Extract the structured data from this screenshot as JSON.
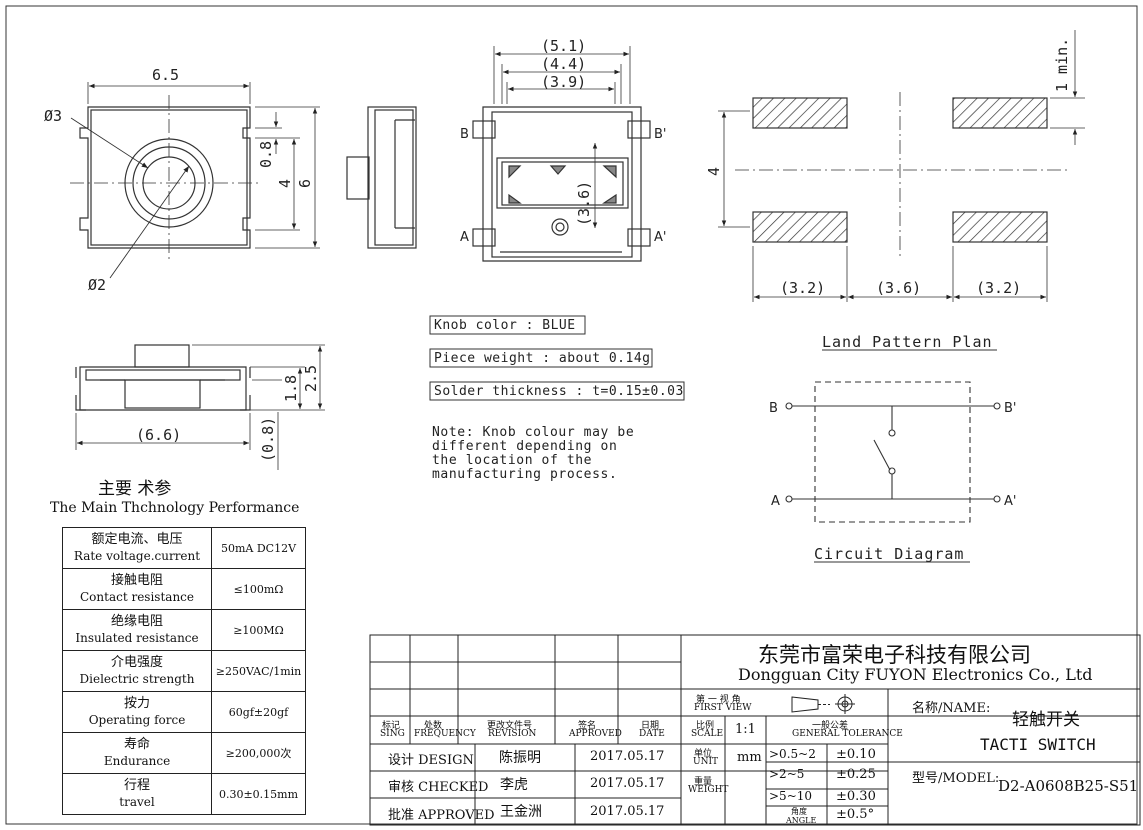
{
  "dims": {
    "top_width": "6.5",
    "d3": "Ø3",
    "d2": "Ø2",
    "h08": "0.8",
    "h4": "4",
    "h6": "6",
    "front_51": "(5.1)",
    "front_44": "(4.4)",
    "front_39": "(3.9)",
    "front_36": "(3.6)",
    "side_66": "(6.6)",
    "side_18": "1.8",
    "side_25": "2.5",
    "side_08": "(0.8)",
    "land_1min": "1 min.",
    "land_4": "4",
    "land_32a": "(3.2)",
    "land_36": "(3.6)",
    "land_32b": "(3.2)"
  },
  "pins": {
    "b": "B",
    "b_prime": "B'",
    "a": "A",
    "a_prime": "A'"
  },
  "specs": {
    "knob_color": "Knob color : BLUE",
    "piece_weight": "Piece weight : about 0.14g",
    "solder": "Solder thickness : t=0.15±0.03",
    "note_lines": [
      "Note: Knob colour may be",
      "different depending on",
      "the location of the",
      "manufacturing process."
    ]
  },
  "captions": {
    "land_pattern": "Land Pattern Plan",
    "circuit": "Circuit Diagram"
  },
  "circuit_pins": {
    "b": "B",
    "b_prime": "B'",
    "a": "A",
    "a_prime": "A'"
  },
  "performance": {
    "title_cn": "主要  术参",
    "title_en": "The Main Thchnology Performance",
    "rows": [
      {
        "cn": "额定电流、电压",
        "en": "Rate voltage.current",
        "value": "50mA DC12V"
      },
      {
        "cn": "接触电阻",
        "en": "Contact resistance",
        "value": "≤100mΩ"
      },
      {
        "cn": "绝缘电阻",
        "en": "Insulated resistance",
        "value": "≥100MΩ"
      },
      {
        "cn": "介电强度",
        "en": "Dielectric strength",
        "value": "≥250VAC/1min"
      },
      {
        "cn": "按力",
        "en": "Operating force",
        "value": "60gf±20gf"
      },
      {
        "cn": "寿命",
        "en": "Endurance",
        "value": "≥200,000次"
      },
      {
        "cn": "行程",
        "en": "travel",
        "value": "0.30±0.15mm"
      }
    ]
  },
  "title_block": {
    "company_cn": "东莞市富荣电子科技有限公司",
    "company_en": "Dongguan City FUYON Electronics Co., Ltd",
    "first_view_cn": "第 一 视 角",
    "first_view_en": "FIRST VIEW",
    "mark_cn": "标记",
    "mark_en": "SING",
    "freq_cn": "处数",
    "freq_en": "FREQUENCY",
    "rev_cn": "更改文件号",
    "rev_en": "REVISION",
    "sign_cn": "签名",
    "sign_en": "APPROVED",
    "date_cn": "日期",
    "date_en": "DATE",
    "scale_cn": "比例",
    "scale_en": "SCALE",
    "scale_val": "1:1",
    "tol_cn": "一般公差",
    "tol_en": "GENERAL TOLERANCE",
    "unit_cn": "单位",
    "unit_en": "UNIT",
    "unit_val": "mm",
    "weight_cn": "重量",
    "weight_en": "WEIGHT",
    "design": "设计 DESIGN",
    "design_name": "陈振明",
    "design_date": "2017.05.17",
    "checked": "审核 CHECKED",
    "checked_name": "李虎",
    "checked_date": "2017.05.17",
    "approved": "批准 APPROVED",
    "approved_name": "王金洲",
    "approved_date": "2017.05.17",
    "tol_rows": [
      {
        "range": ">0.5~2",
        "tol": "±0.10"
      },
      {
        "range": ">2~5",
        "tol": "±0.25"
      },
      {
        "range": ">5~10",
        "tol": "±0.30"
      },
      {
        "range": "角度 ANGLE",
        "tol": "±0.5°"
      }
    ],
    "name_label": "名称/NAME:",
    "name_cn": "轻触开关",
    "name_en": "TACTI SWITCH",
    "model_label": "型号/MODEL:",
    "model_val": "D2-A0608B25-S51"
  }
}
